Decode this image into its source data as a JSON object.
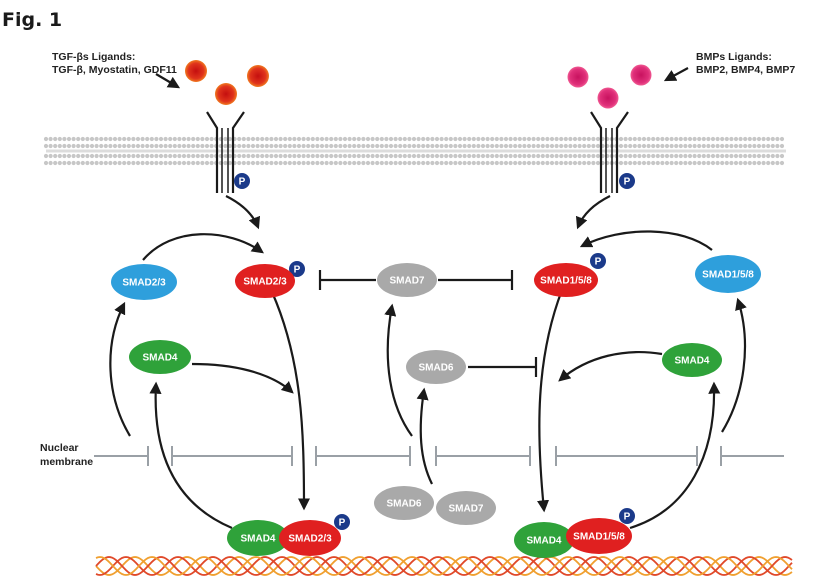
{
  "figure_label": "Fig. 1",
  "tgf_ligands": {
    "line1": "TGF-βs Ligands:",
    "line2": "TGF-β, Myostatin, GDF11"
  },
  "bmp_ligands": {
    "line1": "BMPs Ligands:",
    "line2": "BMP2, BMP4, BMP7"
  },
  "nuclear_membrane": {
    "line1": "Nuclear",
    "line2": "membrane"
  },
  "phospho_label": "P",
  "nodes": {
    "smad23_inactive": "SMAD2/3",
    "smad23_active": "SMAD2/3",
    "smad7_center": "SMAD7",
    "smad158_active": "SMAD1/5/8",
    "smad158_inactive": "SMAD1/5/8",
    "smad4_left": "SMAD4",
    "smad6_center": "SMAD6",
    "smad4_right": "SMAD4",
    "smad6_nucleus": "SMAD6",
    "smad7_nucleus": "SMAD7",
    "smad4_dna_left": "SMAD4",
    "smad23_dna": "SMAD2/3",
    "smad4_dna_right": "SMAD4",
    "smad158_dna": "SMAD1/5/8"
  },
  "colors": {
    "red": "#e02020",
    "blue": "#2e9fdc",
    "green": "#2fa23a",
    "grey": "#a9a9a9",
    "p_badge": "#1b3a8a",
    "tgf_ligand": "#e0341c",
    "bmp_ligand": "#d6246f",
    "dna_red": "#e0492a",
    "dna_orange": "#f0a030"
  }
}
